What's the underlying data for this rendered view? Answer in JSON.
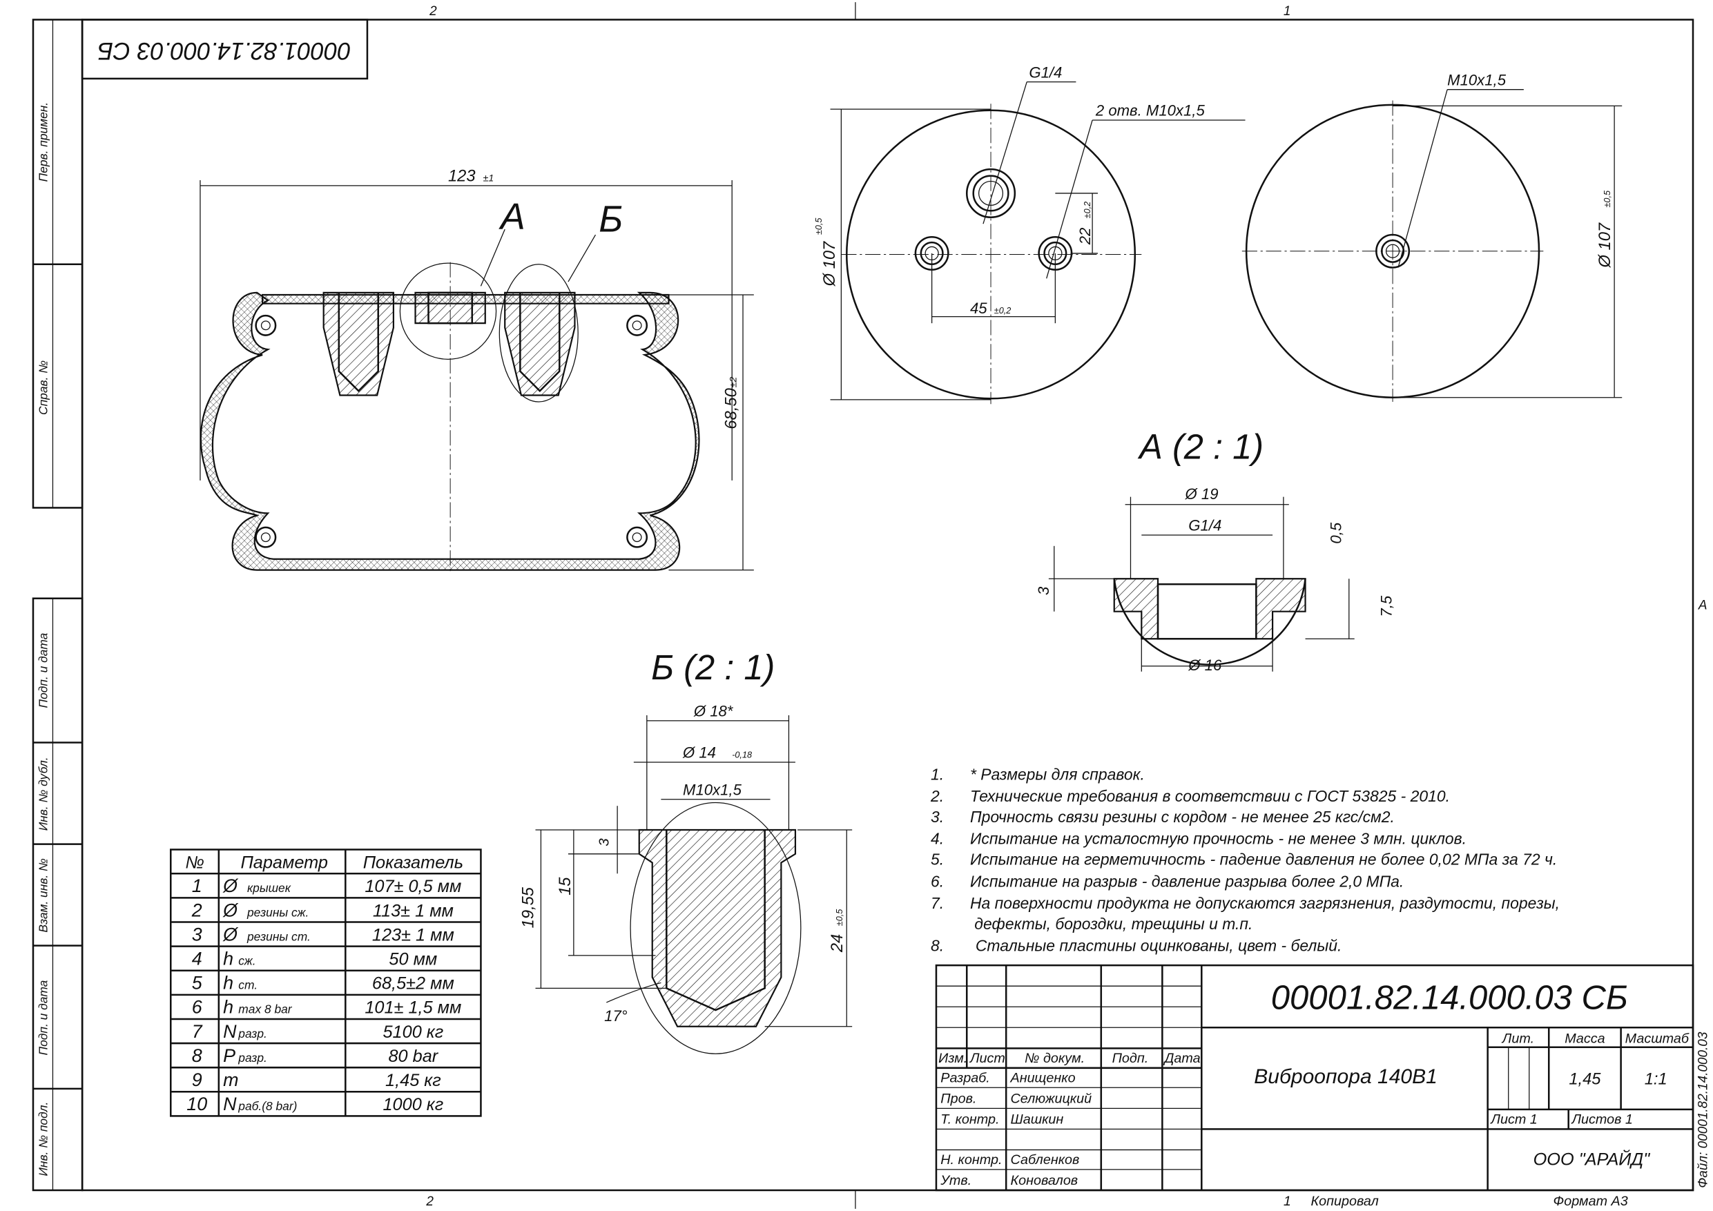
{
  "frame": {
    "zone_top": [
      "2",
      "1"
    ],
    "zone_bottom": [
      "2",
      "1"
    ],
    "zone_right": "A",
    "mirrored_code": "00001.82.14.000.03 СБ",
    "side_labels": [
      "Перв. примен.",
      "Справ. №",
      "Подп. и дата",
      "Инв. № дубл.",
      "Взам. инв. №",
      "Подп. и дата",
      "Инв. № подл."
    ]
  },
  "main_view": {
    "width_dim": "123",
    "width_tol": "±1",
    "height_dim": "68,50",
    "height_tol": "±2",
    "callout_a": "А",
    "callout_b": "Б"
  },
  "top_views": {
    "left_diameter": "Ø 107",
    "left_diameter_tol": "±0,5",
    "port_label": "G1/4",
    "holes_label": "2 отв. M10x1,5",
    "hole_offset": "22",
    "hole_offset_tol": "±0,2",
    "hole_spacing": "45",
    "hole_spacing_tol": "±0,2",
    "right_thread": "M10x1,5",
    "right_diameter": "Ø 107",
    "right_diameter_tol": "±0,5"
  },
  "detail_a": {
    "title": "А (2 : 1)",
    "d19": "Ø 19",
    "thread": "G1/4",
    "d16": "Ø 16",
    "dim_05": "0,5",
    "dim_3": "3",
    "dim_75": "7,5"
  },
  "detail_b": {
    "title": "Б (2 : 1)",
    "d18": "Ø 18*",
    "d14": "Ø 14",
    "d14_tol": "-0,18",
    "thread": "M10x1,5",
    "dim_3": "3",
    "dim_15": "15",
    "dim_1955": "19,55",
    "dim_24": "24",
    "dim_24_tol": "±0,5",
    "angle": "17°"
  },
  "notes": [
    {
      "n": "1.",
      "text": "* Размеры для справок."
    },
    {
      "n": "2.",
      "text": "Технические требования в соответствии с ГОСТ 53825 - 2010."
    },
    {
      "n": "3.",
      "text": "Прочность связи резины с кордом - не менее 25 кгс/см2."
    },
    {
      "n": "4.",
      "text": "Испытание на усталостную прочность - не менее 3 млн. циклов."
    },
    {
      "n": "5.",
      "text": "Испытание на герметичность - падение давления не более 0,02 МПа за 72 ч."
    },
    {
      "n": "6.",
      "text": "Испытание на разрыв - давление разрыва более  2,0 МПа."
    },
    {
      "n": "7.",
      "text": "На поверхности продукта не допускаются загрязнения, раздутости, порезы,"
    },
    {
      "n": "",
      "text": "дефекты, бороздки, трещины и т.п."
    },
    {
      "n": "8.",
      "text": "Стальные пластины оцинкованы, цвет - белый."
    }
  ],
  "param_table": {
    "headers": [
      "№",
      "Параметр",
      "Показатель"
    ],
    "rows": [
      {
        "n": "1",
        "sym": "Ø",
        "sub": "крышек",
        "value": "107± 0,5 мм"
      },
      {
        "n": "2",
        "sym": "Ø",
        "sub": "резины сж.",
        "value": "113± 1 мм"
      },
      {
        "n": "3",
        "sym": "Ø",
        "sub": "резины ст.",
        "value": "123± 1 мм"
      },
      {
        "n": "4",
        "sym": "h",
        "sub": "сж.",
        "value": "50 мм"
      },
      {
        "n": "5",
        "sym": "h",
        "sub": "ст.",
        "value": "68,5±2 мм"
      },
      {
        "n": "6",
        "sym": "h",
        "sub": "max 8 bar",
        "value": "101± 1,5 мм"
      },
      {
        "n": "7",
        "sym": "N",
        "sub": "разр.",
        "value": "5100 кг"
      },
      {
        "n": "8",
        "sym": "P",
        "sub": "разр.",
        "value": "80 bar"
      },
      {
        "n": "9",
        "sym": "m",
        "sub": "",
        "value": "1,45 кг"
      },
      {
        "n": "10",
        "sym": "N",
        "sub": "раб.(8 bar)",
        "value": "1000 кг"
      }
    ]
  },
  "title_block": {
    "designation": "00001.82.14.000.03 СБ",
    "name": "Виброопора 140В1",
    "col_headers": [
      "Изм.",
      "Лист",
      "№ докум.",
      "Подп.",
      "Дата"
    ],
    "roles": [
      {
        "role": "Разраб.",
        "person": "Анищенко"
      },
      {
        "role": "Пров.",
        "person": "Селюжицкий"
      },
      {
        "role": "Т. контр.",
        "person": "Шашкин"
      },
      {
        "role": "",
        "person": ""
      },
      {
        "role": "Н. контр.",
        "person": "Сабленков"
      },
      {
        "role": "Утв.",
        "person": "Коновалов"
      }
    ],
    "lit_label": "Лит.",
    "mass_label": "Масса",
    "scale_label": "Масштаб",
    "mass": "1,45",
    "scale": "1:1",
    "sheet": "Лист 1",
    "sheets": "Листов 1",
    "company": "ООО \"АРАЙД\"",
    "copied_num": "1",
    "copied": "Копировал",
    "format": "Формат А3",
    "file": "Файл: 00001.82.14.000.03"
  }
}
